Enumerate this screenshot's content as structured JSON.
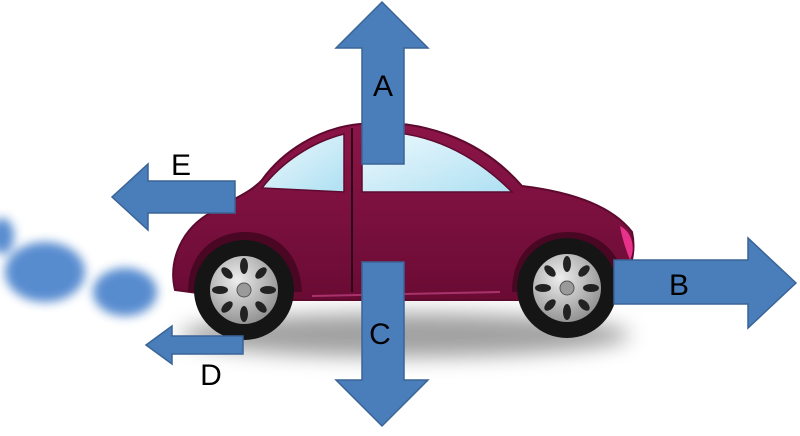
{
  "colors": {
    "arrow_fill": "#4a7ebb",
    "arrow_stroke": "#3a6496",
    "car_body": "#7a0f3e",
    "car_body_dark": "#5e0a2e",
    "window": "#c9ecf7",
    "tire": "#151515",
    "hubcap": "#b5b5b5",
    "exhaust": "#2f6fc4",
    "tail_light": "#e8318a"
  },
  "arrows": {
    "up": {
      "label": "A"
    },
    "right": {
      "label": "B"
    },
    "down": {
      "label": "C"
    },
    "left_low": {
      "label": "D"
    },
    "left_high": {
      "label": "E"
    }
  }
}
